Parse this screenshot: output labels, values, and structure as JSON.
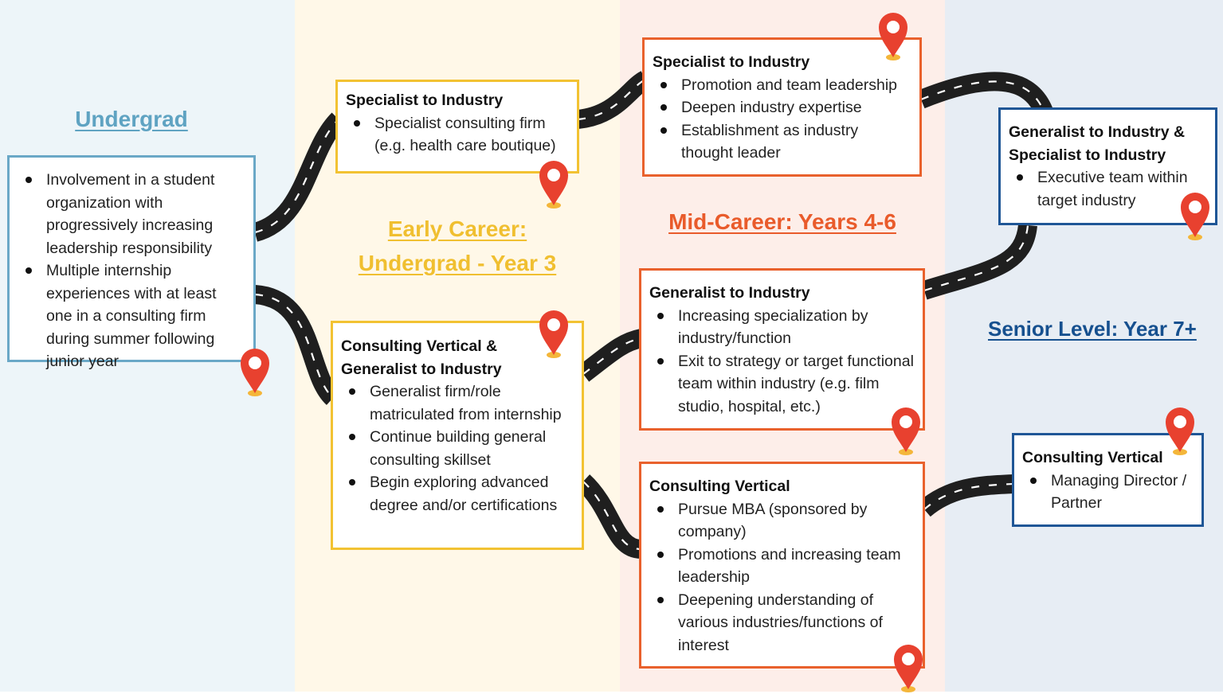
{
  "colors": {
    "undergrad": "#5fa3c2",
    "early_career": "#f0bf30",
    "mid_career": "#e95b2b",
    "senior": "#16508f",
    "road": "#222222",
    "pin": "#e8412f"
  },
  "icons": [
    "map-pin-icon"
  ],
  "stages": {
    "undergrad": "Undergrad",
    "early_career": [
      "Early Career:",
      "Undergrad - Year 3"
    ],
    "mid_career": "Mid-Career: Years 4-6",
    "senior": "Senior Level: Year 7+"
  },
  "boxes": {
    "undergrad": {
      "items": [
        "Involvement in a student organization with progressively increasing leadership responsibility",
        "Multiple internship experiences with at least one in a consulting firm during summer following junior year"
      ]
    },
    "early_specialist": {
      "title": "Specialist to Industry",
      "items": [
        "Specialist consulting firm (e.g. health care boutique)"
      ]
    },
    "early_consulting": {
      "title": [
        "Consulting Vertical &",
        "Generalist to Industry"
      ],
      "items": [
        "Generalist firm/role matriculated from internship",
        "Continue building general consulting skillset",
        "Begin exploring advanced degree and/or certifications"
      ]
    },
    "mid_specialist": {
      "title": "Specialist to Industry",
      "items": [
        "Promotion and team leadership",
        "Deepen industry expertise",
        "Establishment as industry thought leader"
      ]
    },
    "mid_generalist": {
      "title": "Generalist to Industry",
      "items": [
        "Increasing specialization by industry/function",
        "Exit to strategy or target functional team within industry (e.g. film studio, hospital, etc.)"
      ]
    },
    "mid_consulting": {
      "title": "Consulting Vertical",
      "items": [
        "Pursue MBA (sponsored by company)",
        "Promotions and increasing team leadership",
        "Deepening understanding of various industries/functions of interest"
      ]
    },
    "senior_industry": {
      "title": [
        "Generalist to Industry &",
        "Specialist to Industry"
      ],
      "items": [
        "Executive team within target industry"
      ]
    },
    "senior_consulting": {
      "title": "Consulting Vertical",
      "items": [
        "Managing Director / Partner"
      ]
    }
  }
}
